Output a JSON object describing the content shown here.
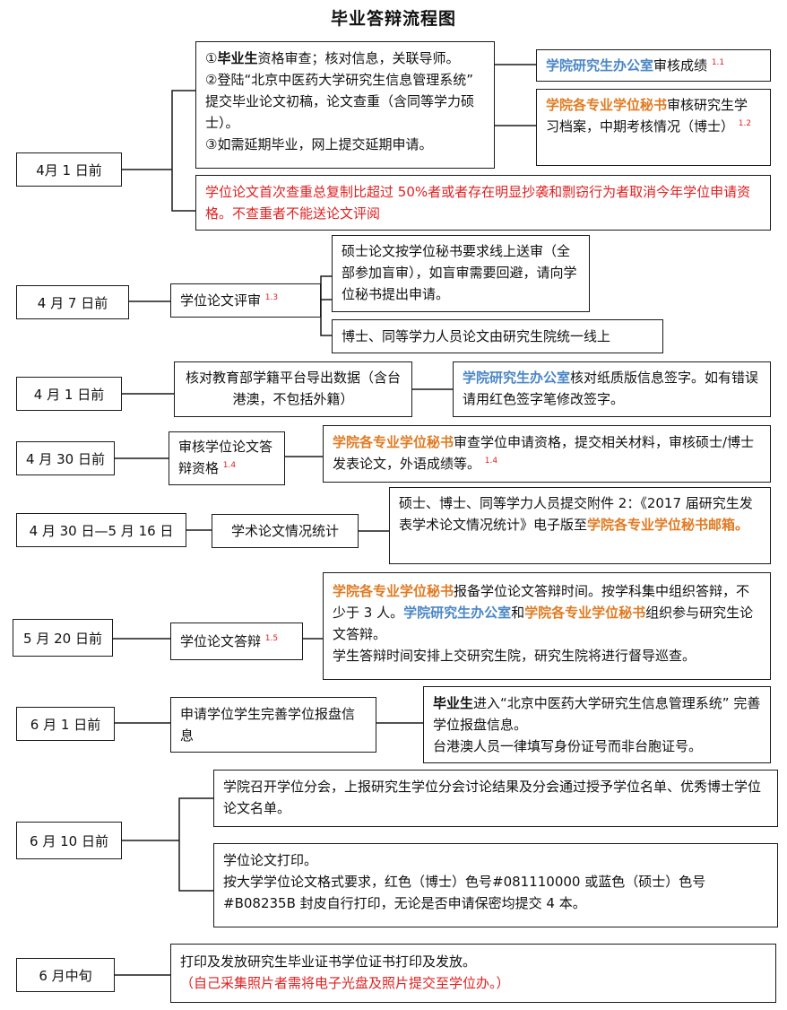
{
  "title": "毕业答辩流程图",
  "colors": {
    "blue": "#4a86c5",
    "orange": "#e07b22",
    "red": "#e02020"
  },
  "steps": [
    {
      "date": "4月 1 日前",
      "main": {
        "l1_num": "①",
        "l1_bold": "毕业生",
        "l1_rest": "资格审查；核对信息，关联导师。",
        "l2": "②登陆“北京中医药大学研究生信息管理系统” 提交毕业论文初稿，论文查重（含同等学力硕士）。",
        "l3": "③如需延期毕业，网上提交延期申请。"
      },
      "right1": {
        "org": "学院研究生办公室",
        "text": "审核成绩",
        "ref": "1.1"
      },
      "right2": {
        "org": "学院各专业学位秘书",
        "text": "审核研究生学习档案，中期考核情况（博士）",
        "ref": "1.2"
      },
      "warning": "学位论文首次查重总复制比超过 50%者或者存在明显抄袭和剽窃行为者取消今年学位申请资格。不查重者不能送论文评阅"
    },
    {
      "date": "4 月 7 日前",
      "main": {
        "text": "学位论文评审",
        "ref": "1.3"
      },
      "right1": "硕士论文按学位秘书要求线上送审（全部参加盲审），如盲审需要回避，请向学位秘书提出申请。",
      "right2": "博士、同等学力人员论文由研究生院统一线上"
    },
    {
      "date": "4 月 1 日前",
      "main": "核对教育部学籍平台导出数据（含台港澳，不包括外籍）",
      "right": {
        "org": "学院研究生办公室",
        "text": "核对纸质版信息签字。如有错误请用红色签字笔修改签字。"
      }
    },
    {
      "date": "4 月 30 日前",
      "main": {
        "text": "审核学位论文答辩资格",
        "ref": "1.4"
      },
      "right": {
        "org": "学院各专业学位秘书",
        "text": "审查学位申请资格，提交相关材料，审核硕士/博士发表论文，外语成绩等。",
        "ref": "1.4"
      }
    },
    {
      "date": "4 月 30 日—5 月 16 日",
      "main": "学术论文情况统计",
      "right": {
        "text": "硕士、博士、同等学力人员提交附件 2：《2017 届研究生发表学术论文情况统计》电子版至",
        "org": "学院各专业学位秘书邮箱。"
      }
    },
    {
      "date": "5 月 20 日前",
      "main": {
        "text": "学位论文答辩",
        "ref": "1.5"
      },
      "right": {
        "org1": "学院各专业学位秘书",
        "t1": "报备学位论文答辩时间。按学科集中组织答辩，不少于 3 人。",
        "org2": "学院研究生办公室",
        "t2": "和",
        "org3": "学院各专业学位秘书",
        "t3": "组织参与研究生论文答辩。",
        "t4": "学生答辩时间安排上交研究生院，研究生院将进行督导巡查。"
      }
    },
    {
      "date": "6 月 1 日前",
      "main": "申请学位学生完善学位报盘信息",
      "right": {
        "bold": "毕业生",
        "t1": "进入“北京中医药大学研究生信息管理系统” 完善学位报盘信息。",
        "t2": "台港澳人员一律填写身份证号而非台胞证号。"
      }
    },
    {
      "date": "6 月 10 日前",
      "box1": "学院召开学位分会，上报研究生学位分会讨论结果及分会通过授予学位名单、优秀博士学位论文名单。",
      "box2_l1": "学位论文打印。",
      "box2_l2": "按大学学位论文格式要求，红色（博士）色号#081110000 或蓝色（硕士）色号#B08235B 封皮自行打印，无论是否申请保密均提交 4 本。"
    },
    {
      "date": "6 月中旬",
      "l1": "打印及发放研究生毕业证书学位证书打印及发放。",
      "l2": "（自己采集照片者需将电子光盘及照片提交至学位办。）"
    }
  ]
}
